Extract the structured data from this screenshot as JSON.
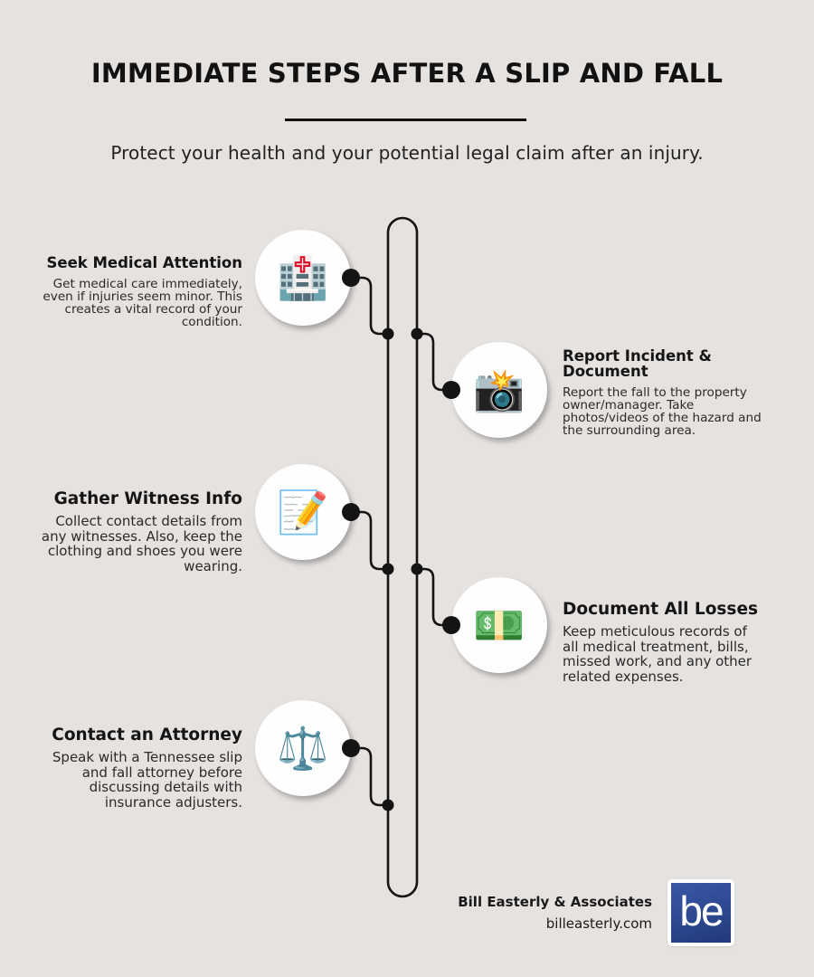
{
  "header": {
    "title": "IMMEDIATE STEPS AFTER A SLIP AND FALL",
    "subtitle": "Protect your health and your potential legal claim after an injury."
  },
  "steps": [
    {
      "title": "Seek Medical Attention",
      "body": "Get medical care immediately, even if injuries seem minor. This creates a vital record of your condition.",
      "icon": "hospital-icon",
      "glyph": "🏥",
      "side": "left"
    },
    {
      "title": "Report Incident & Document",
      "body": "Report the fall to the property owner/manager. Take photos/videos of the hazard and the surrounding area.",
      "icon": "camera-flash-icon",
      "glyph": "📸",
      "side": "right"
    },
    {
      "title": "Gather Witness Info",
      "body": "Collect contact details from any witnesses. Also, keep the clothing and shoes you were wearing.",
      "icon": "memo-pencil-icon",
      "glyph": "📝",
      "side": "left"
    },
    {
      "title": "Document All Losses",
      "body": "Keep meticulous records of all medical treatment, bills, missed work, and any other related expenses.",
      "icon": "money-stack-icon",
      "glyph": "💵",
      "side": "right"
    },
    {
      "title": "Contact an Attorney",
      "body": "Speak with a Tennessee slip and fall attorney before discussing details with insurance adjusters.",
      "icon": "scales-of-justice-icon",
      "glyph": "⚖️",
      "side": "left"
    }
  ],
  "footer": {
    "firm_name": "Bill Easterly & Associates",
    "website": "billeasterly.com",
    "logo_text": "be"
  },
  "colors": {
    "background": "#e5e2e0",
    "line": "#141414",
    "logo_blue": "#2d4891"
  }
}
